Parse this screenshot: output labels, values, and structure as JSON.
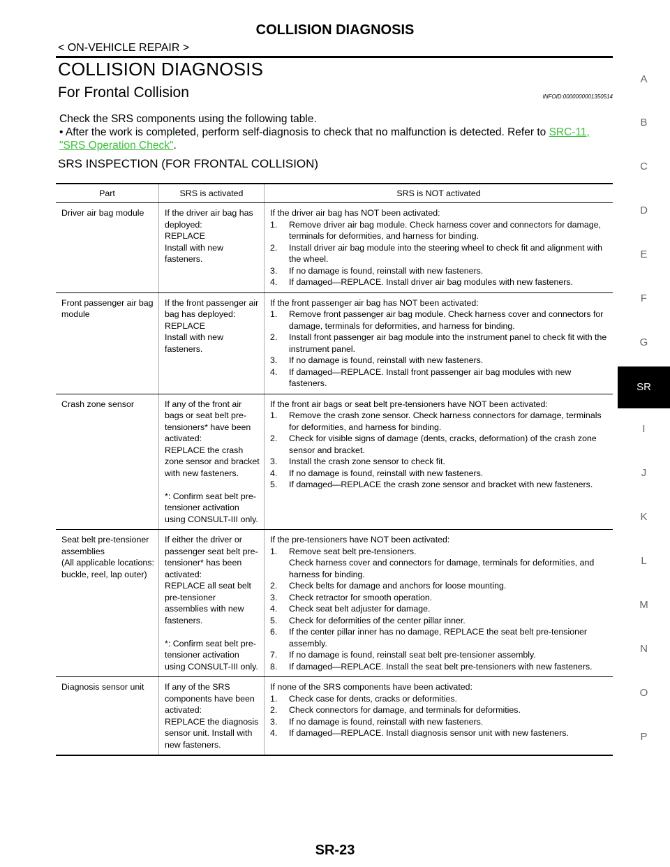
{
  "header": {
    "title": "COLLISION DIAGNOSIS",
    "subtitle": "< ON-VEHICLE REPAIR >"
  },
  "section": {
    "title": "COLLISION DIAGNOSIS",
    "subtitle": "For Frontal Collision",
    "infoid": "INFOID:0000000001350514"
  },
  "intro": "Check the SRS components using the following table.",
  "bullet": {
    "mark": "•",
    "text": "After the work is completed, perform self-diagnosis to check that no malfunction is detected. Refer to ",
    "link": "SRC-11, \"SRS Operation Check\"",
    "end": "."
  },
  "table": {
    "title": "SRS INSPECTION (FOR FRONTAL COLLISION)",
    "headers": [
      "Part",
      "SRS is activated",
      "SRS is NOT activated"
    ],
    "rows": [
      {
        "part": "Driver air bag module",
        "activated": "If the driver air bag has deployed:\nREPLACE\nInstall with new fasteners.",
        "not_intro": "If the driver air bag has NOT been activated:",
        "steps": [
          {
            "n": "1.",
            "t": "Remove driver air bag module. Check harness cover and connectors for damage, terminals for deformities, and harness for binding."
          },
          {
            "n": "2.",
            "t": "Install driver air bag module into the steering wheel to check fit and alignment with the wheel."
          },
          {
            "n": "3.",
            "t": "If no damage is found, reinstall with new fasteners."
          },
          {
            "n": "4.",
            "t": "If damaged—REPLACE. Install driver air bag modules with new fasteners."
          }
        ]
      },
      {
        "part": "Front passenger air bag module",
        "activated": "If the front passenger air bag has deployed:\nREPLACE\nInstall with new fasteners.",
        "not_intro": "If the front passenger air bag has NOT been activated:",
        "steps": [
          {
            "n": "1.",
            "t": "Remove front passenger air bag module. Check harness cover and connectors for damage, terminals for deformities, and harness for binding."
          },
          {
            "n": "2.",
            "t": "Install front passenger air bag module into the instrument panel to check fit with the instrument panel."
          },
          {
            "n": "3.",
            "t": "If no damage is found, reinstall with new fasteners."
          },
          {
            "n": "4.",
            "t": "If damaged—REPLACE. Install front passenger air bag modules with new fasteners."
          }
        ]
      },
      {
        "part": "Crash zone sensor",
        "activated": "If any of the front air bags or seat belt pre-tensioners* have been activated:\nREPLACE the crash zone sensor and bracket with new fasteners.\n\n*: Confirm seat belt pre-tensioner activation using CONSULT-III only.",
        "not_intro": "If the front air bags or seat belt pre-tensioners have NOT been activated:",
        "steps": [
          {
            "n": "1.",
            "t": "Remove the crash zone sensor. Check harness connectors for damage, terminals for deformities, and harness for binding."
          },
          {
            "n": "2.",
            "t": "Check for visible signs of damage (dents, cracks, deformation) of the crash zone sensor and bracket."
          },
          {
            "n": "3.",
            "t": "Install the crash zone sensor to check fit."
          },
          {
            "n": "4.",
            "t": "If no damage is found, reinstall with new fasteners."
          },
          {
            "n": "5.",
            "t": "If damaged—REPLACE the crash zone sensor and bracket with new fasteners."
          }
        ]
      },
      {
        "part": "Seat belt pre-tensioner assemblies\n(All applicable locations: buckle, reel, lap outer)",
        "activated": "If either the driver or passenger seat belt pre-tensioner* has been activated:\nREPLACE all seat belt pre-tensioner assemblies with new fasteners.\n\n*: Confirm seat belt pre-tensioner activation using CONSULT-III only.",
        "not_intro": "If the pre-tensioners have NOT been activated:",
        "steps": [
          {
            "n": "1.",
            "t": "Remove seat belt pre-tensioners.\nCheck harness cover and connectors for damage, terminals for deformities, and harness for binding."
          },
          {
            "n": "2.",
            "t": "Check belts for damage and anchors for loose mounting."
          },
          {
            "n": "3.",
            "t": "Check retractor for smooth operation."
          },
          {
            "n": "4.",
            "t": "Check seat belt adjuster for damage."
          },
          {
            "n": "5.",
            "t": "Check for deformities of the center pillar inner."
          },
          {
            "n": "6.",
            "t": "If the center pillar inner has no damage, REPLACE the seat belt pre-tensioner assembly."
          },
          {
            "n": "7.",
            "t": "If no damage is found, reinstall seat belt pre-tensioner assembly."
          },
          {
            "n": "8.",
            "t": "If damaged—REPLACE. Install the seat belt pre-tensioners with new fasteners."
          }
        ]
      },
      {
        "part": "Diagnosis sensor unit",
        "activated": "If any of the SRS components have been activated:\nREPLACE the diagnosis sensor unit. Install with new fasteners.",
        "not_intro": "If none of the SRS components have been activated:",
        "steps": [
          {
            "n": "1.",
            "t": "Check case for dents, cracks or deformities."
          },
          {
            "n": "2.",
            "t": "Check connectors for damage, and terminals for deformities."
          },
          {
            "n": "3.",
            "t": "If no damage is found, reinstall with new fasteners."
          },
          {
            "n": "4.",
            "t": "If damaged—REPLACE. Install diagnosis sensor unit with new fasteners."
          }
        ]
      }
    ]
  },
  "side_nav": {
    "letters": [
      "A",
      "B",
      "C",
      "D",
      "E",
      "F",
      "G",
      "SR",
      "I",
      "J",
      "K",
      "L",
      "M",
      "N",
      "O",
      "P"
    ],
    "active": "SR"
  },
  "page_number": "SR-23"
}
